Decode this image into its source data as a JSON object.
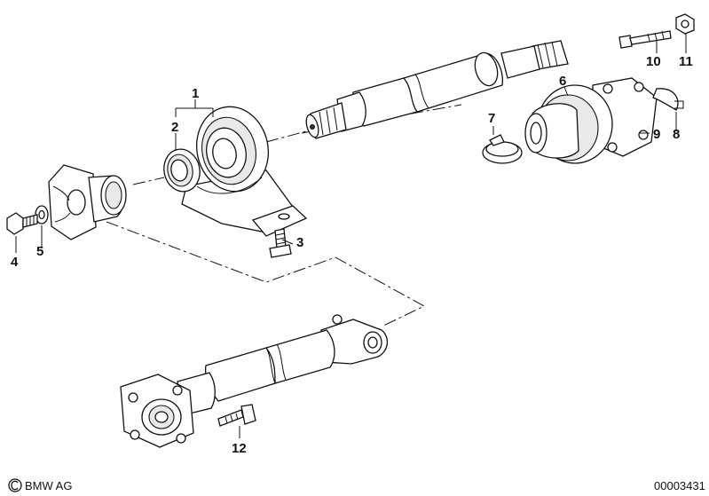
{
  "callouts": {
    "c1": "1",
    "c2": "2",
    "c3": "3",
    "c4": "4",
    "c5": "5",
    "c6": "6",
    "c7": "7",
    "c8": "8",
    "c9": "9",
    "c10": "10",
    "c11": "11",
    "c12": "12"
  },
  "footer": {
    "brand": "BMW AG",
    "drawing_number": "00003431"
  },
  "colors": {
    "line": "#111111",
    "background": "#ffffff"
  },
  "icons": {
    "brand_mark": "copyright-symbol"
  }
}
